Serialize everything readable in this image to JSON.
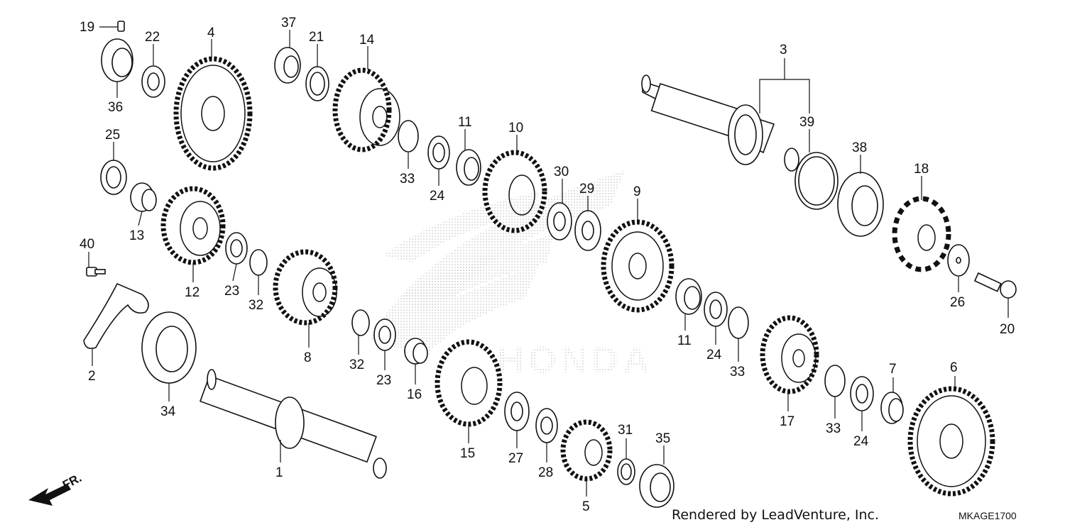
{
  "diagram": {
    "watermark_text": "HONDA",
    "callouts": [
      {
        "id": "c1",
        "label": "1"
      },
      {
        "id": "c2",
        "label": "2"
      },
      {
        "id": "c3",
        "label": "3"
      },
      {
        "id": "c4",
        "label": "4"
      },
      {
        "id": "c5",
        "label": "5"
      },
      {
        "id": "c6",
        "label": "6"
      },
      {
        "id": "c7",
        "label": "7"
      },
      {
        "id": "c8",
        "label": "8"
      },
      {
        "id": "c9",
        "label": "9"
      },
      {
        "id": "c10",
        "label": "10"
      },
      {
        "id": "c11a",
        "label": "11"
      },
      {
        "id": "c11b",
        "label": "11"
      },
      {
        "id": "c12",
        "label": "12"
      },
      {
        "id": "c13",
        "label": "13"
      },
      {
        "id": "c14",
        "label": "14"
      },
      {
        "id": "c15",
        "label": "15"
      },
      {
        "id": "c16",
        "label": "16"
      },
      {
        "id": "c17",
        "label": "17"
      },
      {
        "id": "c18",
        "label": "18"
      },
      {
        "id": "c19",
        "label": "19"
      },
      {
        "id": "c20",
        "label": "20"
      },
      {
        "id": "c21",
        "label": "21"
      },
      {
        "id": "c22",
        "label": "22"
      },
      {
        "id": "c23a",
        "label": "23"
      },
      {
        "id": "c23b",
        "label": "23"
      },
      {
        "id": "c24a",
        "label": "24"
      },
      {
        "id": "c24b",
        "label": "24"
      },
      {
        "id": "c24c",
        "label": "24"
      },
      {
        "id": "c25",
        "label": "25"
      },
      {
        "id": "c26",
        "label": "26"
      },
      {
        "id": "c27",
        "label": "27"
      },
      {
        "id": "c28",
        "label": "28"
      },
      {
        "id": "c29",
        "label": "29"
      },
      {
        "id": "c30",
        "label": "30"
      },
      {
        "id": "c31",
        "label": "31"
      },
      {
        "id": "c32a",
        "label": "32"
      },
      {
        "id": "c32b",
        "label": "32"
      },
      {
        "id": "c33a",
        "label": "33"
      },
      {
        "id": "c33b",
        "label": "33"
      },
      {
        "id": "c33c",
        "label": "33"
      },
      {
        "id": "c34",
        "label": "34"
      },
      {
        "id": "c35",
        "label": "35"
      },
      {
        "id": "c36",
        "label": "36"
      },
      {
        "id": "c37",
        "label": "37"
      },
      {
        "id": "c38",
        "label": "38"
      },
      {
        "id": "c39",
        "label": "39"
      },
      {
        "id": "c40",
        "label": "40"
      }
    ],
    "direction_label": "FR.",
    "credit": "Rendered by LeadVenture, Inc.",
    "diagram_code": "MKAGE1700"
  }
}
